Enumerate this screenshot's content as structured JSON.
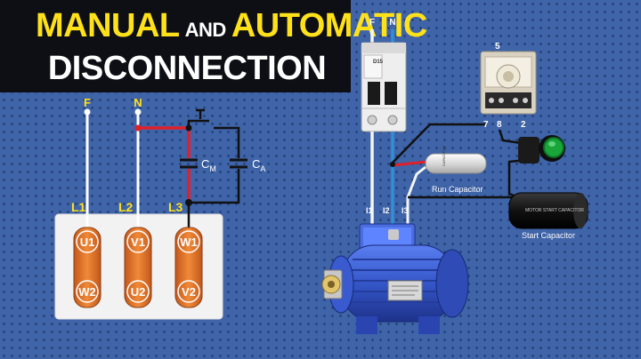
{
  "title": {
    "manual": "MANUAL",
    "and": "AND",
    "automatic": "AUTOMATIC",
    "line2": "DISCONNECTION"
  },
  "schematic": {
    "phase_f": "F",
    "phase_n": "N",
    "l1": "L1",
    "l2": "L2",
    "l3": "L3",
    "cm": "C",
    "cm_sub": "M",
    "ca": "C",
    "ca_sub": "A",
    "terminals_top": [
      "U1",
      "V1",
      "W1"
    ],
    "terminals_bottom": [
      "W2",
      "U2",
      "V2"
    ]
  },
  "wiring": {
    "f": "F",
    "n": "N",
    "breaker_model": "D15",
    "timer_terminal_top": "5",
    "timer_terminal_left": "7",
    "timer_terminal_mid": "8",
    "timer_terminal_right": "2",
    "run_capacitor": "Run Capacitor",
    "start_capacitor": "Start Capacitor",
    "run_cap_text": "CAPACITOR",
    "start_cap_text": "MOTOR START CAPACITOR",
    "motor_l1": "l1",
    "motor_l2": "l2",
    "motor_l3": "l3"
  },
  "colors": {
    "background": "#3f64a8",
    "title_yellow": "#ffe11a",
    "wire_red": "#e0202a",
    "wire_black": "#111111",
    "wire_blue": "#2f8fd8",
    "terminal_orange": "#e07a2c",
    "motor_blue": "#3456c8"
  }
}
